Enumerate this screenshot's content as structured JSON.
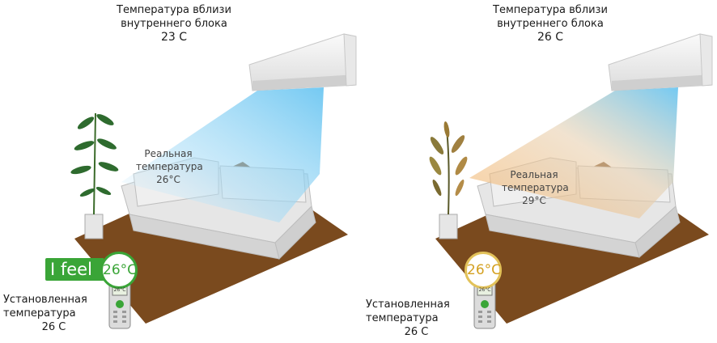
{
  "left": {
    "unit_temp_label_line1": "Температура вблизи",
    "unit_temp_label_line2": "внутреннего блока",
    "unit_temp_value": "23 C",
    "real_temp_line1": "Реальная",
    "real_temp_line2": "температура",
    "real_temp_value": "26°C",
    "ifeel_text": "I feel",
    "badge_value": "26°C",
    "remote_display": "26°C",
    "set_temp_line1": "Установленная",
    "set_temp_line2": "температура",
    "set_temp_value": "26 C"
  },
  "right": {
    "unit_temp_label_line1": "Температура вблизи",
    "unit_temp_label_line2": "внутреннего блока",
    "unit_temp_value": "26 C",
    "real_temp_line1": "Реальная",
    "real_temp_line2": "температура",
    "real_temp_value": "29°C",
    "badge_value": "26°C",
    "remote_display": "26°C",
    "set_temp_line1": "Установленная",
    "set_temp_line2": "температура",
    "set_temp_value": "26 C"
  },
  "colors": {
    "cool_air": "#5cc0f0",
    "warm_air": "#f5b060",
    "rug": "#7a4a1e",
    "ifeel_green": "#3aa537",
    "gold_ring": "#e2c25a"
  }
}
